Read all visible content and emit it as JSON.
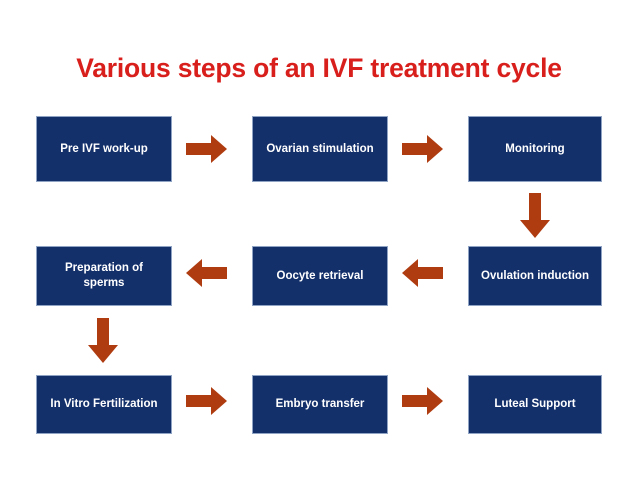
{
  "slide": {
    "background_color": "#ffffff",
    "title": "Various steps of an IVF treatment cycle",
    "title_color": "#D81F1C",
    "node_fill_color": "#14306B",
    "node_text_color": "#FFFFFF",
    "arrow_color": "#AF3C11"
  },
  "chart_data": {
    "type": "diagram",
    "title": "Various steps of an IVF treatment cycle",
    "layout": "3x3 grid snake flow",
    "nodes": [
      {
        "id": "n1",
        "label": "Pre IVF work-up",
        "row": 1,
        "col": 1
      },
      {
        "id": "n2",
        "label": "Ovarian stimulation",
        "row": 1,
        "col": 2
      },
      {
        "id": "n3",
        "label": "Monitoring",
        "row": 1,
        "col": 3
      },
      {
        "id": "n4",
        "label": "Preparation of sperms",
        "row": 2,
        "col": 1,
        "line1": "Preparation of",
        "line2": "sperms"
      },
      {
        "id": "n5",
        "label": "Oocyte retrieval",
        "row": 2,
        "col": 2
      },
      {
        "id": "n6",
        "label": "Ovulation induction",
        "row": 2,
        "col": 3
      },
      {
        "id": "n7",
        "label": "In Vitro Fertilization",
        "row": 3,
        "col": 1
      },
      {
        "id": "n8",
        "label": "Embryo transfer",
        "row": 3,
        "col": 2
      },
      {
        "id": "n9",
        "label": "Luteal Support",
        "row": 3,
        "col": 3
      }
    ],
    "edges": [
      {
        "from": "n1",
        "to": "n2",
        "direction": "right"
      },
      {
        "from": "n2",
        "to": "n3",
        "direction": "right"
      },
      {
        "from": "n3",
        "to": "n6",
        "direction": "down"
      },
      {
        "from": "n6",
        "to": "n5",
        "direction": "left"
      },
      {
        "from": "n5",
        "to": "n4",
        "direction": "left"
      },
      {
        "from": "n4",
        "to": "n7",
        "direction": "down"
      },
      {
        "from": "n7",
        "to": "n8",
        "direction": "right"
      },
      {
        "from": "n8",
        "to": "n9",
        "direction": "right"
      }
    ]
  },
  "nodes": {
    "pre_ivf_workup": "Pre IVF work-up",
    "ovarian_stimulation": "Ovarian stimulation",
    "monitoring": "Monitoring",
    "preparation_of_sperms_line1": "Preparation of",
    "preparation_of_sperms_line2": "sperms",
    "oocyte_retrieval": "Oocyte retrieval",
    "ovulation_induction": "Ovulation induction",
    "in_vitro_fertilization": "In Vitro Fertilization",
    "embryo_transfer": "Embryo transfer",
    "luteal_support": "Luteal Support"
  },
  "icons": {
    "arrow_right": "arrow-right-icon",
    "arrow_left": "arrow-left-icon",
    "arrow_down": "arrow-down-icon"
  }
}
